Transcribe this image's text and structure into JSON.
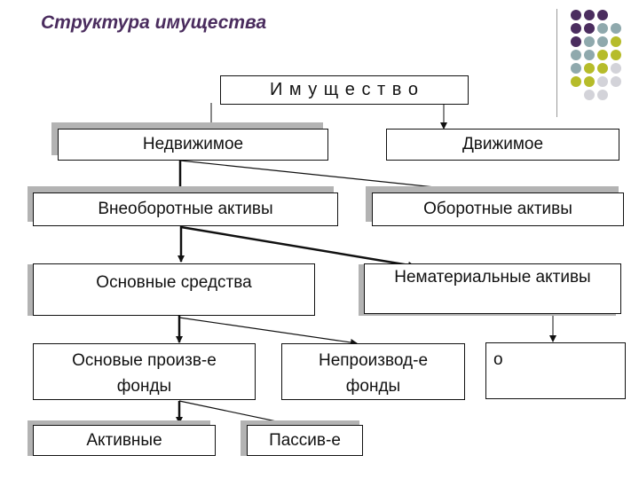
{
  "title": "Структура имущества",
  "decoration": {
    "dot_colors": [
      "#4b2d5f",
      "#8fa9ad",
      "#b6bc2a",
      "#d3d3d9"
    ]
  },
  "nodes": {
    "root": "И м у щ е с т в о",
    "immovable": "Недвижимое",
    "movable": "Движимое",
    "noncurrent_assets": "Внеоборотные активы",
    "current_assets": "Оборотные активы",
    "fixed_assets": "Основные средства",
    "intangible_assets": "Нематериальные активы",
    "production_funds": "Основые произв-е фонды",
    "nonproduction_funds": "Непроизвод-е фонды",
    "other": "о",
    "active": "Активные",
    "passive": "Пассив-е"
  }
}
